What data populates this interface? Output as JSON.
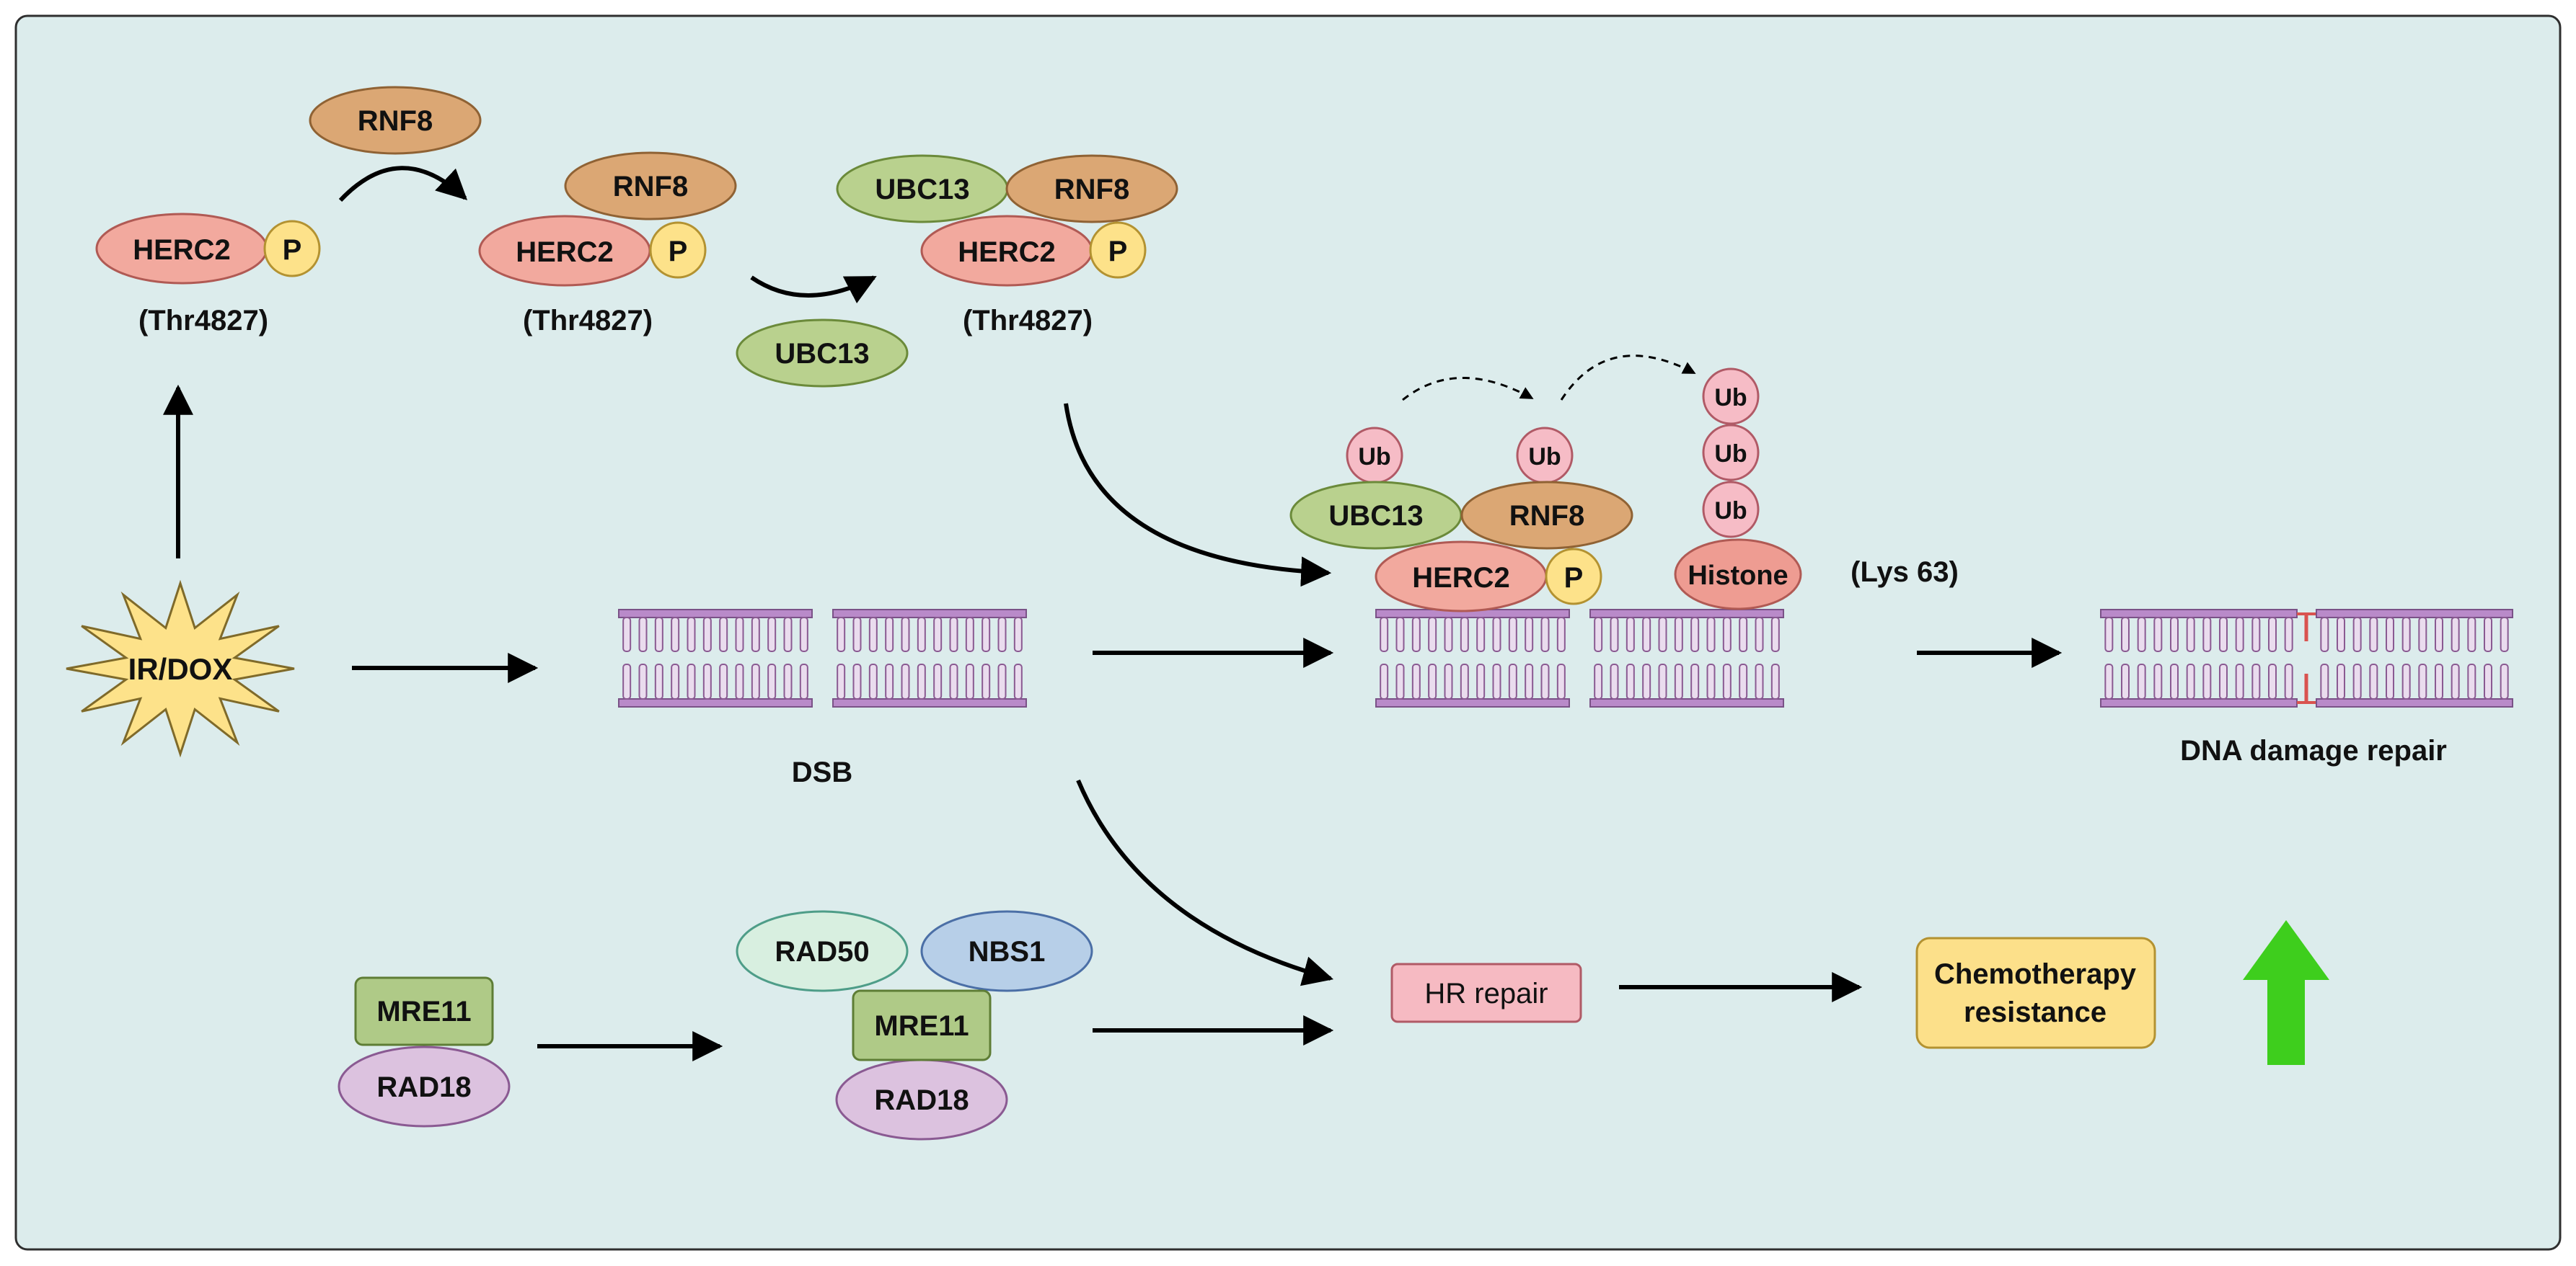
{
  "colors": {
    "background": "#dcecec",
    "herc2": "#f2a99e",
    "rnf8": "#dba774",
    "ubc13": "#b9d18e",
    "phospho": "#fde28a",
    "ub": "#f6bcc6",
    "histone": "#ee9c92",
    "dna": "#b98ac9",
    "mre11": "#afca87",
    "rad18": "#dcc2df",
    "rad50": "#d8efe0",
    "nbs1": "#b7cfe8",
    "hr_repair": "#f6bac2",
    "chemo": "#fce08a",
    "up_arrow": "#3ece1d"
  },
  "labels": {
    "herc2": "HERC2",
    "rnf8": "RNF8",
    "ubc13": "UBC13",
    "phospho": "P",
    "thr": "(Thr4827)",
    "ub": "Ub",
    "histone": "Histone",
    "lys63": "(Lys 63)",
    "ir_dox": "IR/DOX",
    "dsb": "DSB",
    "dna_repair": "DNA damage repair",
    "mre11": "MRE11",
    "rad18": "RAD18",
    "rad50": "RAD50",
    "nbs1": "NBS1",
    "hr_repair": "HR repair",
    "chemo_line1": "Chemotherapy",
    "chemo_line2": "resistance"
  }
}
